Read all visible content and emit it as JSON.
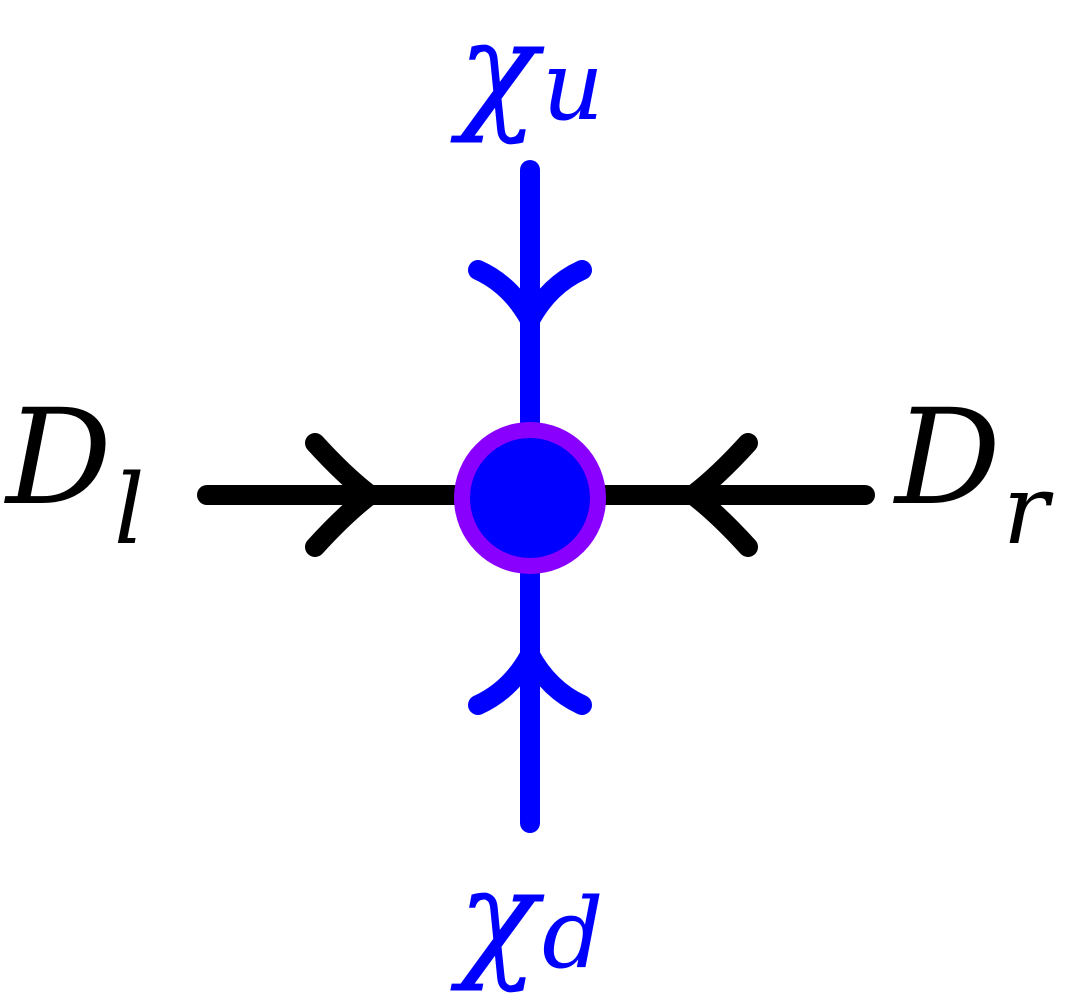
{
  "labels": {
    "up": {
      "main": "χ",
      "sub": "u"
    },
    "down": {
      "main": "χ",
      "sub": "d"
    },
    "left": {
      "main": "D",
      "sub": "l"
    },
    "right": {
      "main": "D",
      "sub": "r"
    }
  },
  "colors": {
    "vertical_legs": "#0000ff",
    "horizontal_legs": "#000000",
    "node_fill": "#0000ff",
    "node_ring": "#8a00ff",
    "up_label": "#0000ff",
    "down_label": "#0000ff",
    "left_label": "#000000",
    "right_label": "#000000"
  },
  "arrows": {
    "up": "inward",
    "down": "inward",
    "left": "inward",
    "right": "inward"
  }
}
